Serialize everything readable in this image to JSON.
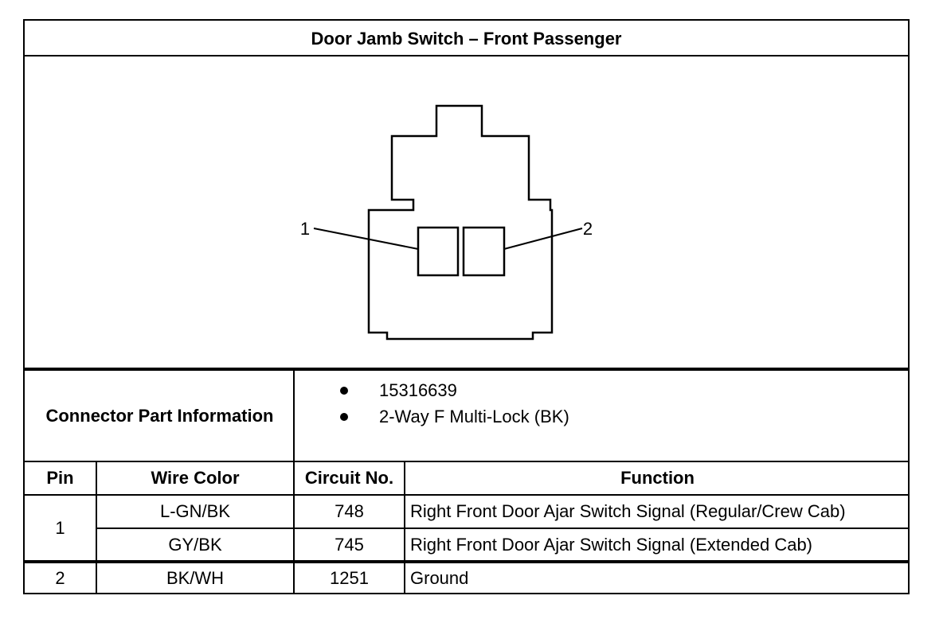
{
  "title": "Door Jamb Switch – Front Passenger",
  "diagram": {
    "pin_labels": [
      "1",
      "2"
    ]
  },
  "connector_info": {
    "label": "Connector Part Information",
    "items": [
      "15316639",
      "2-Way F Multi-Lock (BK)"
    ]
  },
  "table": {
    "headers": {
      "pin": "Pin",
      "wire_color": "Wire Color",
      "circuit": "Circuit No.",
      "function": "Function"
    },
    "rows": [
      {
        "pin": "1",
        "wire_color": "L-GN/BK",
        "circuit": "748",
        "function": "Right Front Door Ajar Switch Signal (Regular/Crew Cab)"
      },
      {
        "pin": "",
        "wire_color": "GY/BK",
        "circuit": "745",
        "function": "Right Front Door Ajar Switch Signal (Extended Cab)"
      },
      {
        "pin": "2",
        "wire_color": "BK/WH",
        "circuit": "1251",
        "function": "Ground"
      }
    ]
  }
}
